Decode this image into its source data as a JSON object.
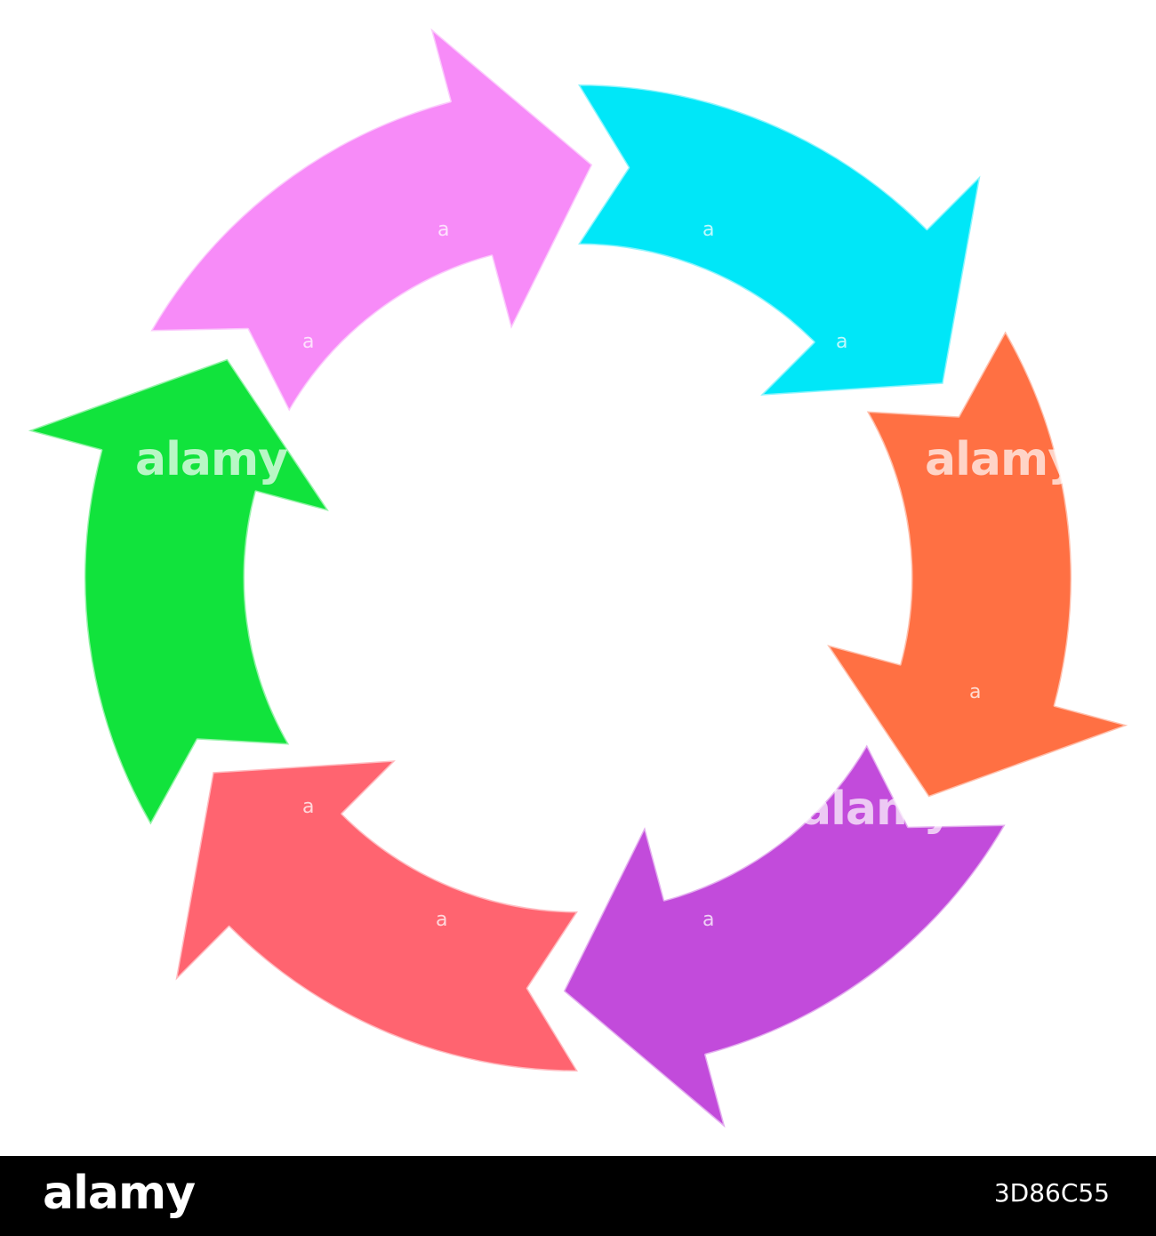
{
  "watermark": {
    "mark": "a",
    "word": "alamy"
  },
  "footer": {
    "logo": "alamy",
    "image_id": "3D86C55"
  },
  "arrows": [
    {
      "name": "pink-arrow",
      "color": "#f78bf8"
    },
    {
      "name": "cyan-arrow",
      "color": "#00e7f8"
    },
    {
      "name": "orange-arrow",
      "color": "#ff7043"
    },
    {
      "name": "purple-arrow",
      "color": "#c24bdb"
    },
    {
      "name": "red-arrow",
      "color": "#ff6470"
    },
    {
      "name": "green-arrow",
      "color": "#11e33c"
    }
  ]
}
